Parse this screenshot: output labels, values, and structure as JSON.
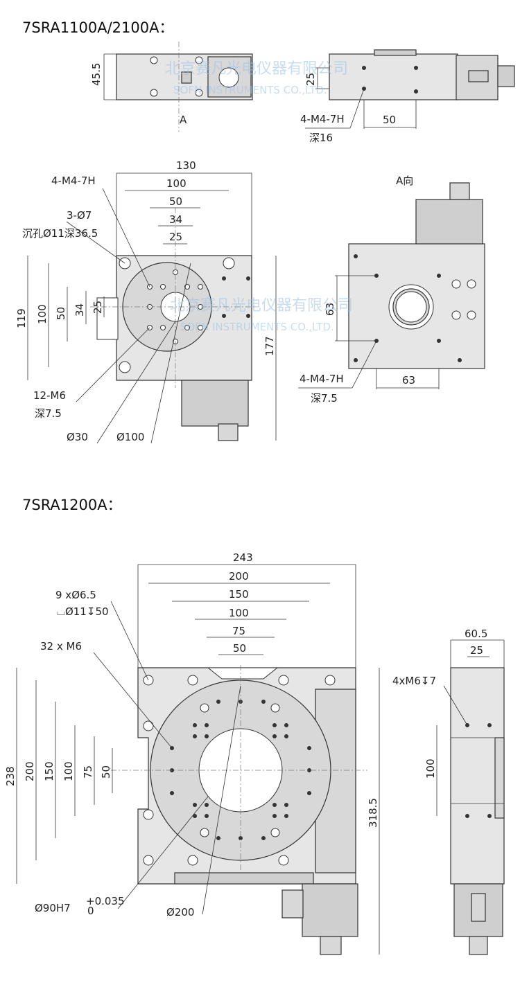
{
  "section1": {
    "title": "7SRA1100A/2100A：",
    "top_view": {
      "height_dim": "45.5",
      "view_marker": "A"
    },
    "side_view": {
      "height_dim": "25",
      "width_dim": "50",
      "thread": "4-M4-7H",
      "thread_depth": "深16"
    },
    "main_view": {
      "width_dims": [
        "130",
        "100",
        "50",
        "34",
        "25"
      ],
      "height_dims": [
        "119",
        "100",
        "50",
        "34",
        "25"
      ],
      "overall_height": "177",
      "thread_label": "4-M4-7H",
      "cbore_count": "3-Ø7",
      "cbore_spec": "沉孔Ø11深36.5",
      "thread2": "12-M6",
      "thread2_depth": "深7.5",
      "dia_small": "Ø30",
      "dia_large": "Ø100"
    },
    "a_view": {
      "label": "A向",
      "height_dim": "63",
      "width_dim": "63",
      "thread": "4-M4-7H",
      "thread_depth": "深7.5"
    }
  },
  "section2": {
    "title": "7SRA1200A：",
    "main_view": {
      "width_dims": [
        "243",
        "200",
        "150",
        "100",
        "75",
        "50"
      ],
      "height_dims": [
        "238",
        "200",
        "150",
        "100",
        "75",
        "50"
      ],
      "overall_height": "318.5",
      "hole_label": "9 xØ6.5",
      "hole_cbore": "⌴Ø11↧50",
      "thread_label": "32 x M6",
      "bore_label": "Ø90H7",
      "bore_tol_upper": "+0.035",
      "bore_tol_lower": "0",
      "dia_label": "Ø200"
    },
    "side_view": {
      "width_dims": [
        "60.5",
        "25"
      ],
      "height_dim": "100",
      "thread": "4xM6↧7"
    }
  },
  "watermark": {
    "cn": "北京赛凡光电仪器有限公司",
    "en": "SOFN INSTRUMENTS CO.,LTD."
  }
}
